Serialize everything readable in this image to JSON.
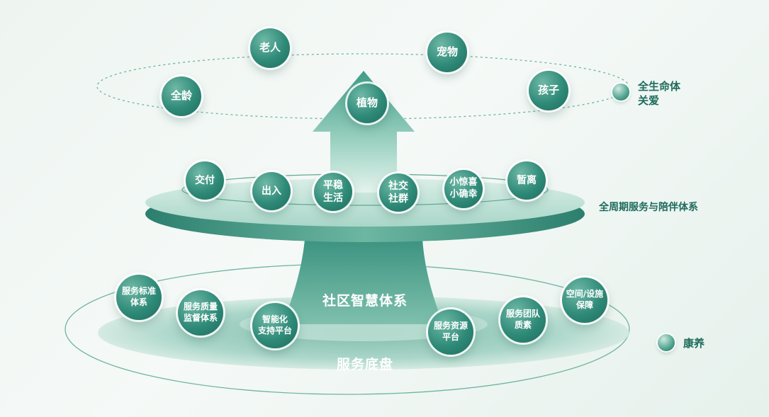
{
  "top_ring": {
    "label": "全生命体\n关爱",
    "nodes": [
      "老人",
      "宠物",
      "全龄",
      "孩子",
      "植物"
    ]
  },
  "middle_ring": {
    "label": "全周期服务与陪伴体系",
    "nodes": [
      "交付",
      "出入",
      "平稳\n生活",
      "社交\n社群",
      "小惊喜\n小确幸",
      "暂离"
    ]
  },
  "bottom_ring": {
    "label": "康养",
    "core_title": "社区智慧体系",
    "base_title": "服务底盘",
    "nodes": [
      "服务标准\n体系",
      "服务质量\n监督体系",
      "智能化\n支持平台",
      "服务资源\n平台",
      "服务团队\n质素",
      "空间/设施\n保障"
    ]
  },
  "colors": {
    "primary": "#2f8a78",
    "dark": "#1f6b5d",
    "text": "#1e6b5c"
  }
}
